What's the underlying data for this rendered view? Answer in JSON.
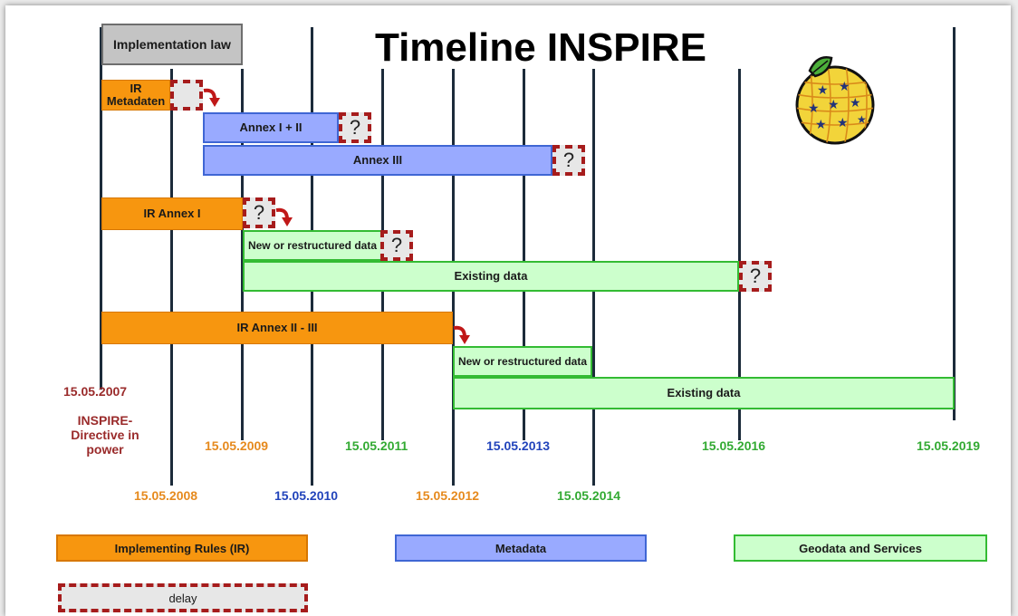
{
  "title": "Timeline INSPIRE",
  "implementation_law": "Implementation law",
  "bars": {
    "ir_metadaten": "IR Metadaten",
    "annex_1_2": "Annex I + II",
    "annex_3": "Annex III",
    "ir_annex_1": "IR Annex I",
    "new_data_1": "New or restructured data",
    "existing_data_1": "Existing data",
    "ir_annex_2_3": "IR Annex II - III",
    "new_data_2": "New or restructured data",
    "existing_data_2": "Existing data"
  },
  "delay_mark": "?",
  "dates": {
    "d2007": "15.05.2007",
    "directive": "INSPIRE-Directive in power",
    "d2008": "15.05.2008",
    "d2009": "15.05.2009",
    "d2010": "15.05.2010",
    "d2011": "15.05.2011",
    "d2012": "15.05.2012",
    "d2013": "15.05.2013",
    "d2014": "15.05.2014",
    "d2016": "15.05.2016",
    "d2019": "15.05.2019"
  },
  "legend": {
    "ir": "Implementing Rules (IR)",
    "metadata": "Metadata",
    "geodata": "Geodata and Services",
    "delay": "delay"
  },
  "colors": {
    "orange": "#f7960f",
    "blue": "#99aaff",
    "green": "#ccffcc",
    "delay_border": "#a61c1c"
  }
}
